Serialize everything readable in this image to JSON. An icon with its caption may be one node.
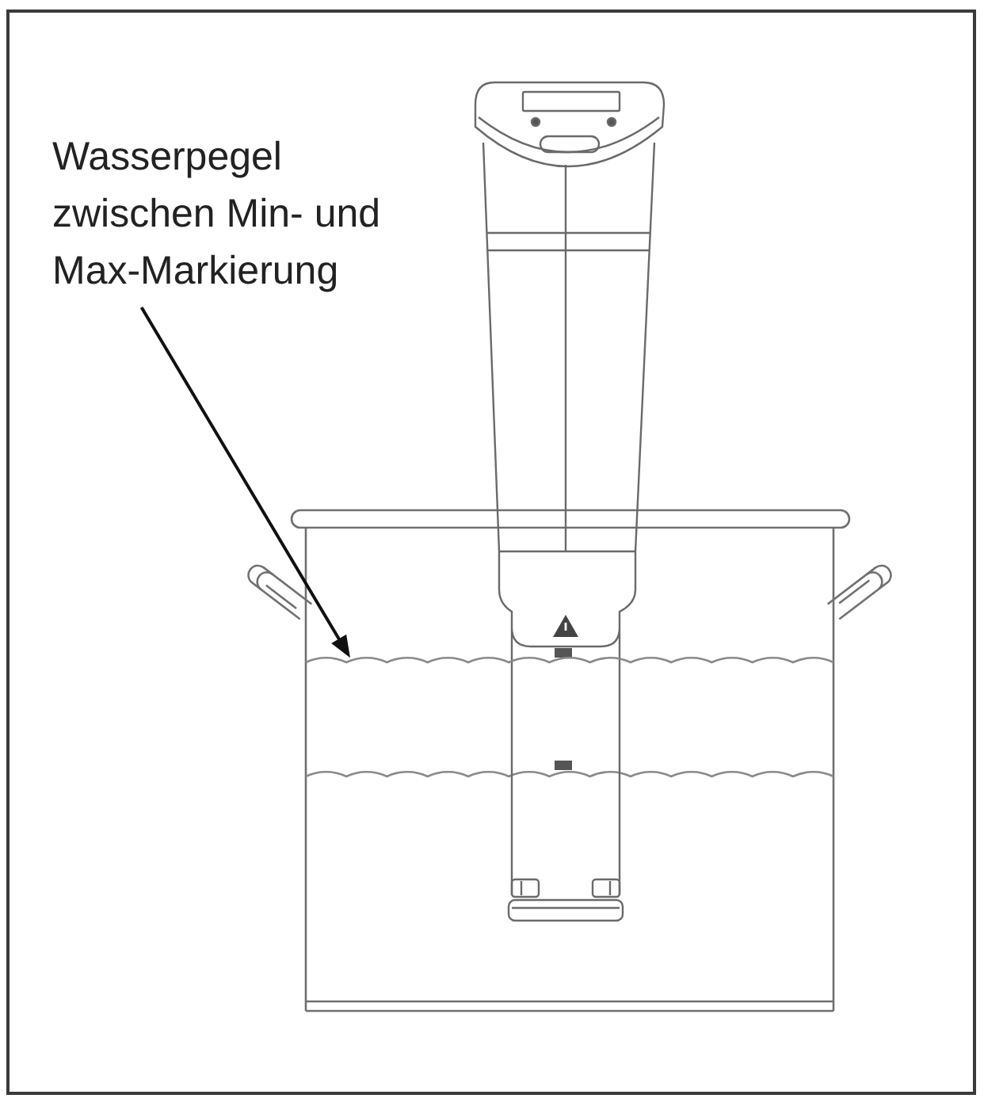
{
  "diagram": {
    "nodes": [
      {
        "text": [
          "Wasserpegel zwischen Min- und Max-Markierung"
        ]
      },
      {
        "text": [],
        "shape": "line"
      }
    ],
    "edges": [
      {
        "from": 0,
        "to": 1,
        "arrow": "to"
      }
    ]
  }
}
